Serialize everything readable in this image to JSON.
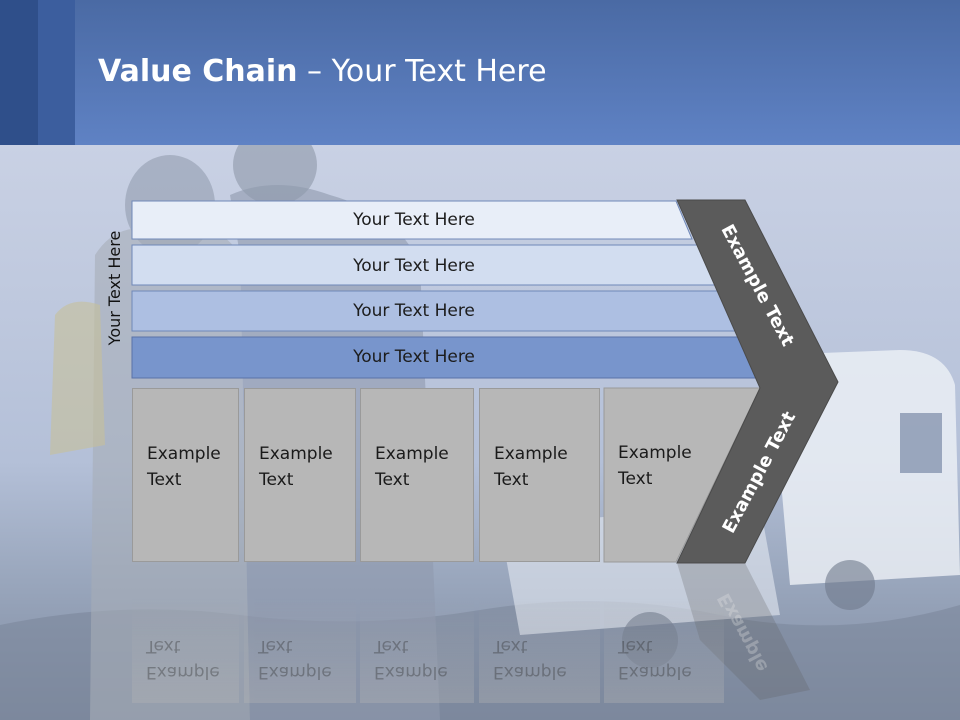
{
  "slide": {
    "title_bold": "Value Chain",
    "title_rest": " – Your Text Here",
    "vertical_label": "Your Text Here",
    "rows": [
      {
        "label": "Your Text Here",
        "color": "#e8eef8"
      },
      {
        "label": "Your Text Here",
        "color": "#d2ddf0"
      },
      {
        "label": "Your Text Here",
        "color": "#adbfe2"
      },
      {
        "label": "Your Text Here",
        "color": "#7895cc"
      }
    ],
    "columns": [
      {
        "line1": "Example",
        "line2": "Text"
      },
      {
        "line1": "Example",
        "line2": "Text"
      },
      {
        "line1": "Example",
        "line2": "Text"
      },
      {
        "line1": "Example",
        "line2": "Text"
      },
      {
        "line1": "Example",
        "line2": "Text"
      }
    ],
    "chevron_upper": "Example Text",
    "chevron_lower": "Example Text",
    "chevron_reflection": "Example",
    "colors": {
      "header": "#5677b8",
      "chevron": "#5b5b5b",
      "box": "#b7b7b7"
    }
  }
}
